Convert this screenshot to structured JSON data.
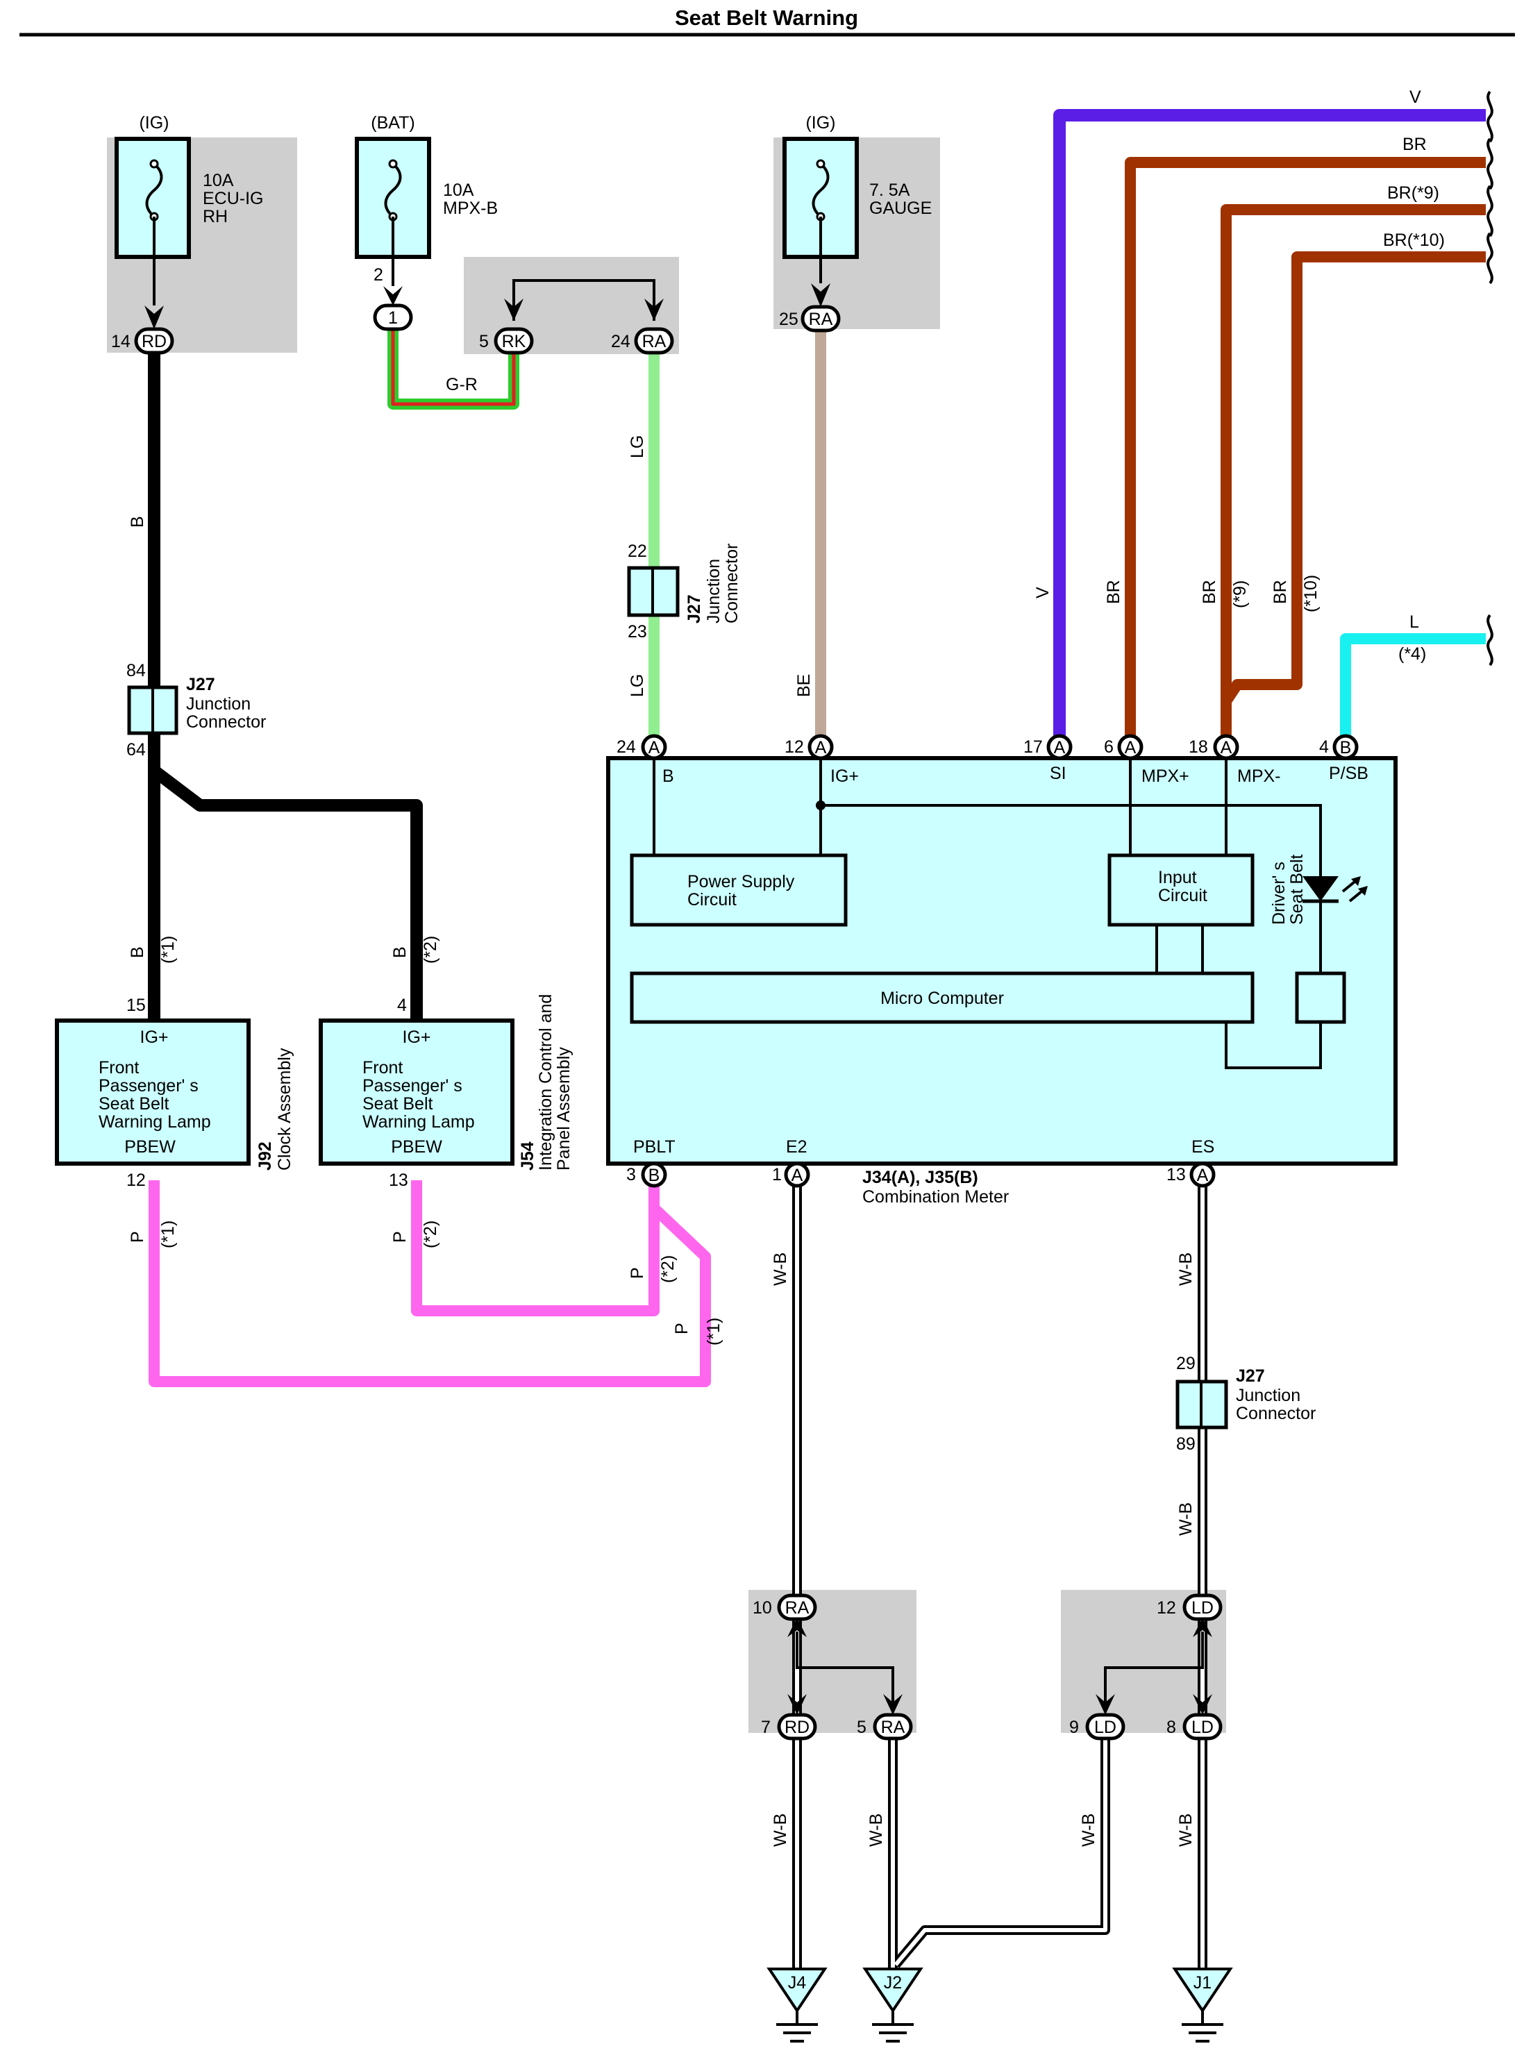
{
  "title": "Seat Belt Warning",
  "colors": {
    "black": "#000000",
    "green": "#2ecc2e",
    "red": "#e02020",
    "light_green": "#90ee90",
    "beige": "#bfa898",
    "violet": "#5a1ee6",
    "brown": "#a03200",
    "light_blue": "#19f0f0",
    "pink": "#ff66ee",
    "white_black": "#ffffff",
    "module_fill": "#ccffff",
    "shade": "#cfcfcf"
  },
  "fuses": [
    {
      "source": "(IG)",
      "label1": "10A",
      "label2": "ECU-IG",
      "label3": "RH",
      "pin": "14",
      "conn": "RD"
    },
    {
      "source": "(BAT)",
      "label1": "10A",
      "label2": "MPX-B",
      "pin_top": "2",
      "conn": "1"
    },
    {
      "source": "(IG)",
      "label1": "7. 5A",
      "label2": "GAUGE",
      "pin": "25",
      "conn": "RA"
    }
  ],
  "jb": {
    "pin_rk": "5",
    "conn_rk": "RK",
    "pin_ra": "24",
    "conn_ra": "RA"
  },
  "wires": {
    "b": "B",
    "gr": "G-R",
    "lg": "LG",
    "be": "BE",
    "v": "V",
    "br": "BR",
    "br9": "BR(*9)",
    "br10": "BR(*10)",
    "l": "L",
    "l4": "(*4)",
    "br9_v": "BR",
    "br9_n": "(*9)",
    "br10_v": "BR",
    "br10_n": "(*10)",
    "b1": "B",
    "b1n": "(*1)",
    "b2": "B",
    "b2n": "(*2)",
    "p1": "P",
    "p1n": "(*1)",
    "p2": "P",
    "p2n": "(*2)",
    "p3": "P",
    "p3n": "(*2)",
    "p4": "P",
    "p4n": "(*1)",
    "wb": "W-B"
  },
  "junctions": [
    {
      "id": "J27",
      "name1": "Junction",
      "name2": "Connector",
      "pin_top": "84",
      "pin_bot": "64"
    },
    {
      "id": "J27",
      "name1": "Junction",
      "name2": "Connector",
      "pin_top": "22",
      "pin_bot": "23"
    },
    {
      "id": "J27",
      "name1": "Junction",
      "name2": "Connector",
      "pin_top": "29",
      "pin_bot": "89"
    }
  ],
  "meter": {
    "id": "J34(A), J35(B)",
    "name": "Combination Meter",
    "pins_top": [
      {
        "num": "24",
        "conn": "A",
        "label": "B"
      },
      {
        "num": "12",
        "conn": "A",
        "label": "IG+"
      },
      {
        "num": "17",
        "conn": "A",
        "label": "SI"
      },
      {
        "num": "6",
        "conn": "A",
        "label": "MPX+"
      },
      {
        "num": "18",
        "conn": "A",
        "label": "MPX-"
      },
      {
        "num": "4",
        "conn": "B",
        "label": "P/SB"
      }
    ],
    "pins_bottom": [
      {
        "num": "3",
        "conn": "B",
        "label": "PBLT"
      },
      {
        "num": "1",
        "conn": "A",
        "label": "E2"
      },
      {
        "num": "13",
        "conn": "A",
        "label": "ES"
      }
    ],
    "power_supply": [
      "Power Supply",
      "Circuit"
    ],
    "input_circuit": [
      "Input",
      "Circuit"
    ],
    "micro": "Micro Computer",
    "seat_belt": [
      "Driver' s",
      "Seat Belt"
    ]
  },
  "lamps": [
    {
      "id": "J92",
      "assembly": "Clock Assembly",
      "top_pin": "15",
      "bot_pin": "12",
      "ig": "IG+",
      "l1": "Front",
      "l2": "Passenger' s",
      "l3": "Seat Belt",
      "l4": "Warning Lamp",
      "pbew": "PBEW"
    },
    {
      "id": "J54",
      "assembly1": "Integration Control and",
      "assembly2": "Panel Assembly",
      "top_pin": "4",
      "bot_pin": "13",
      "ig": "IG+",
      "l1": "Front",
      "l2": "Passenger' s",
      "l3": "Seat Belt",
      "l4": "Warning Lamp",
      "pbew": "PBEW"
    }
  ],
  "gconns": {
    "left": {
      "p_top": "10",
      "c_top": "RA",
      "p_a": "7",
      "c_a": "RD",
      "p_b": "5",
      "c_b": "RA"
    },
    "right": {
      "p_top": "12",
      "c_top": "LD",
      "p_a": "9",
      "c_a": "LD",
      "p_b": "8",
      "c_b": "LD"
    }
  },
  "grounds": [
    "J4",
    "J2",
    "J1"
  ]
}
